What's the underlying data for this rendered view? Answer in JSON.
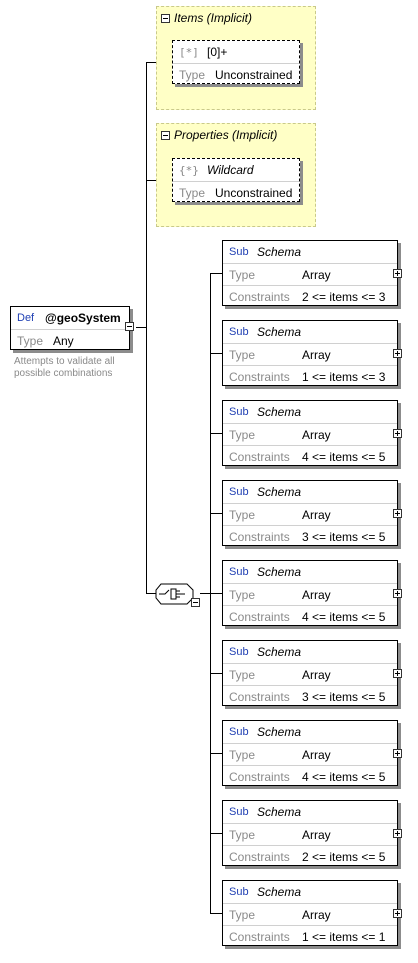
{
  "def_node": {
    "prefix": "Def",
    "name": "@geoSystem",
    "type_label": "Type",
    "type_value": "Any",
    "caption": "Attempts to validate all possible combinations"
  },
  "items_group": {
    "title": "Items (Implicit)",
    "bracket": "[*]",
    "name": "[0]+",
    "type_label": "Type",
    "type_value": "Unconstrained"
  },
  "properties_group": {
    "title": "Properties (Implicit)",
    "bracket": "{*}",
    "name": "Wildcard",
    "type_label": "Type",
    "type_value": "Unconstrained"
  },
  "subschemas": [
    {
      "prefix": "Sub",
      "name": "Schema",
      "type_label": "Type",
      "type_value": "Array",
      "constraints_label": "Constraints",
      "constraints": "2 <= items <= 3"
    },
    {
      "prefix": "Sub",
      "name": "Schema",
      "type_label": "Type",
      "type_value": "Array",
      "constraints_label": "Constraints",
      "constraints": "1 <= items <= 3"
    },
    {
      "prefix": "Sub",
      "name": "Schema",
      "type_label": "Type",
      "type_value": "Array",
      "constraints_label": "Constraints",
      "constraints": "4 <= items <= 5"
    },
    {
      "prefix": "Sub",
      "name": "Schema",
      "type_label": "Type",
      "type_value": "Array",
      "constraints_label": "Constraints",
      "constraints": "3 <= items <= 5"
    },
    {
      "prefix": "Sub",
      "name": "Schema",
      "type_label": "Type",
      "type_value": "Array",
      "constraints_label": "Constraints",
      "constraints": "4 <= items <= 5"
    },
    {
      "prefix": "Sub",
      "name": "Schema",
      "type_label": "Type",
      "type_value": "Array",
      "constraints_label": "Constraints",
      "constraints": "3 <= items <= 5"
    },
    {
      "prefix": "Sub",
      "name": "Schema",
      "type_label": "Type",
      "type_value": "Array",
      "constraints_label": "Constraints",
      "constraints": "4 <= items <= 5"
    },
    {
      "prefix": "Sub",
      "name": "Schema",
      "type_label": "Type",
      "type_value": "Array",
      "constraints_label": "Constraints",
      "constraints": "2 <= items <= 5"
    },
    {
      "prefix": "Sub",
      "name": "Schema",
      "type_label": "Type",
      "type_value": "Array",
      "constraints_label": "Constraints",
      "constraints": "1 <= items <= 1"
    }
  ]
}
